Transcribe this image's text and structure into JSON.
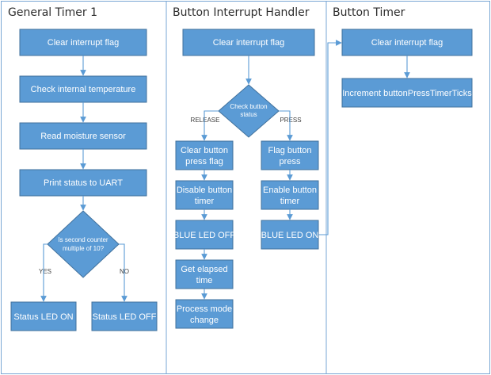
{
  "lanes": {
    "general_timer": {
      "title": "General Timer 1",
      "steps": {
        "clear_flag": "Clear interrupt flag",
        "check_temp": "Check internal temperature",
        "read_moisture": "Read moisture sensor",
        "print_status": "Print status to UART"
      },
      "decision": [
        "Is second counter",
        "multiple of 10?"
      ],
      "branch_yes": "YES",
      "branch_no": "NO",
      "outcome_on": "Status LED ON",
      "outcome_off": "Status LED OFF"
    },
    "button_handler": {
      "title": "Button Interrupt Handler",
      "steps": {
        "clear_flag": "Clear interrupt flag"
      },
      "decision": [
        "Check button",
        "status"
      ],
      "branch_release": "RELEASE",
      "branch_press": "PRESS",
      "release_path": {
        "clear_press_flag": [
          "Clear button",
          "press flag"
        ],
        "disable_timer": [
          "Disable button",
          "timer"
        ],
        "blue_led_off": "BLUE LED OFF",
        "get_elapsed": [
          "Get elapsed",
          "time"
        ],
        "process_mode": [
          "Process mode",
          "change"
        ]
      },
      "press_path": {
        "flag_press": [
          "Flag button",
          "press"
        ],
        "enable_timer": [
          "Enable button",
          "timer"
        ],
        "blue_led_on": "BLUE LED ON"
      }
    },
    "button_timer": {
      "title": "Button Timer",
      "steps": {
        "clear_flag": "Clear interrupt flag",
        "increment": "Increment buttonPressTimerTicks"
      }
    }
  },
  "colors": {
    "box_fill": "#5b9bd5",
    "box_stroke": "#41719c",
    "arrow": "#5b9bd5",
    "lane_border": "#7aa7d4",
    "title_text": "#2d2d2d"
  }
}
